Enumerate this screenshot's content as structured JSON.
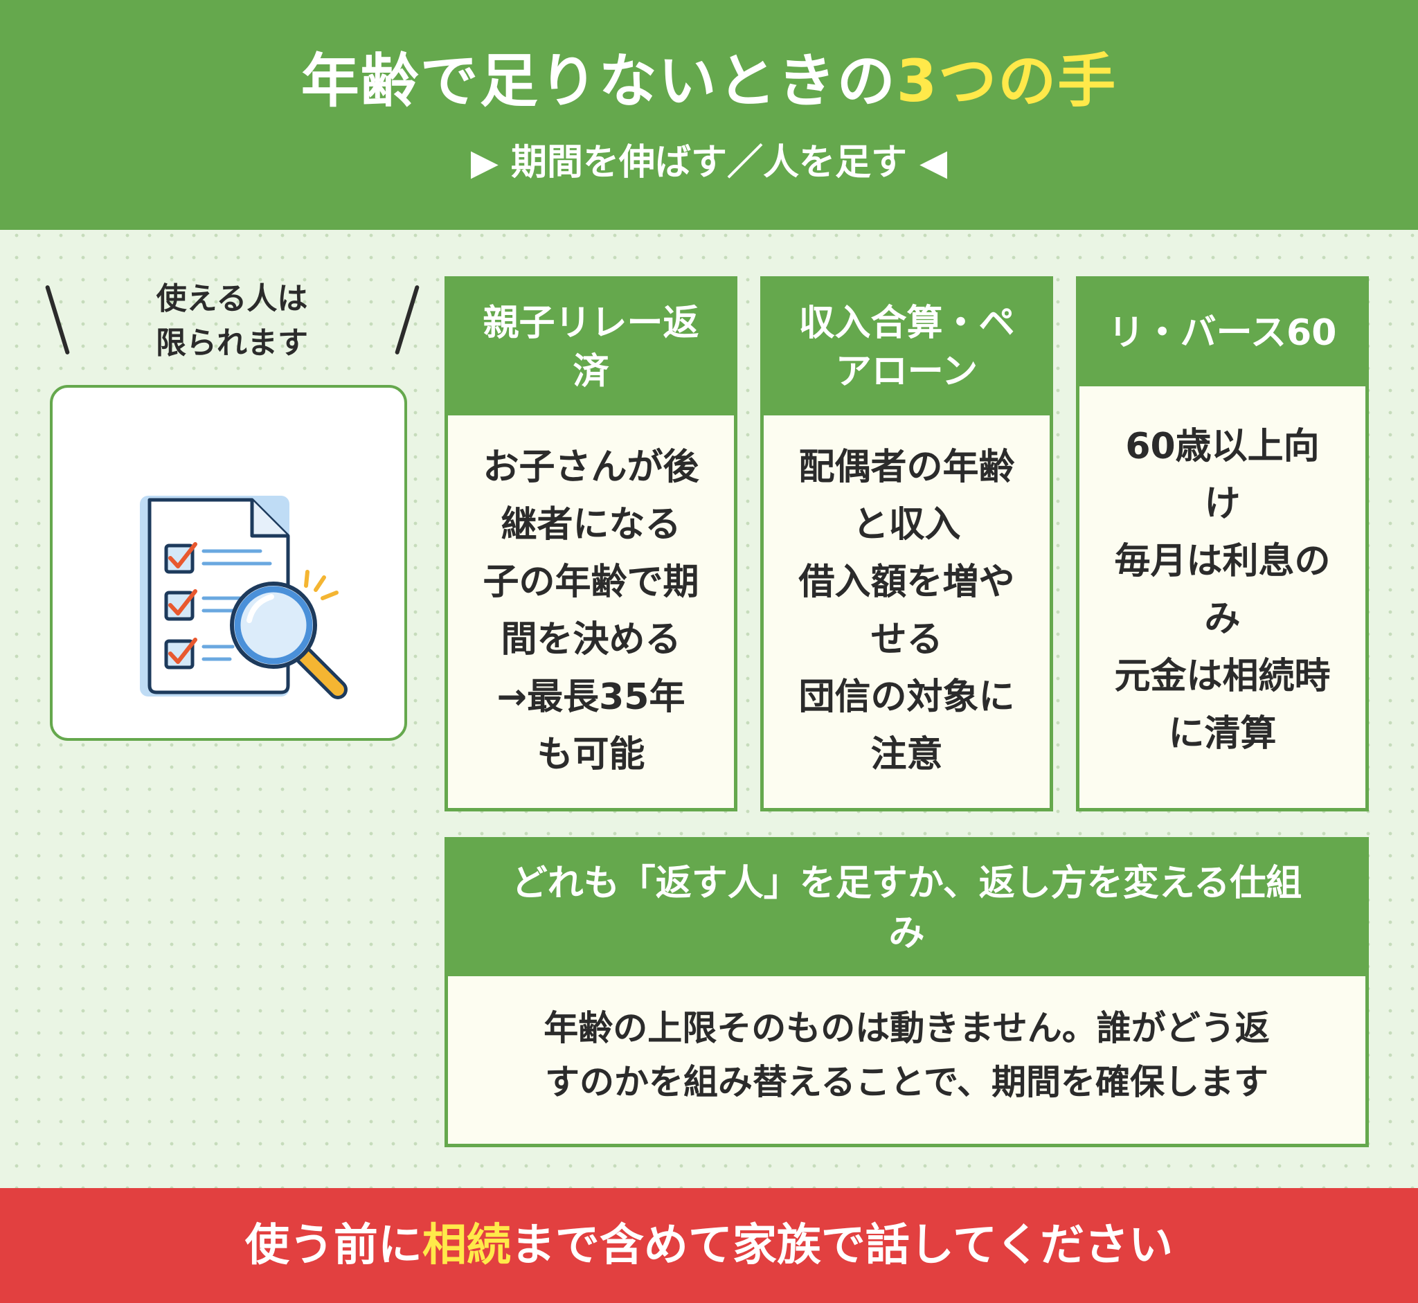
{
  "header": {
    "title_main": "年齢で足りないときの",
    "title_highlight": "3つの手",
    "subtitle": "▶ 期間を伸ばす／人を足す ◀"
  },
  "badge": {
    "line1": "使える人は",
    "line2": "限られます"
  },
  "icon": {
    "name": "checklist-magnifier-icon"
  },
  "cards": [
    {
      "title_lines": [
        "親子リレー返",
        "済"
      ],
      "body_lines": [
        "お子さんが後",
        "継者になる",
        "子の年齢で期",
        "間を決める",
        "→最長35年",
        "も可能"
      ]
    },
    {
      "title_lines": [
        "収入合算・ペ",
        "アローン"
      ],
      "body_lines": [
        "配偶者の年齢",
        "と収入",
        "借入額を増や",
        "せる",
        "団信の対象に",
        "注意"
      ]
    },
    {
      "title_lines": [
        "リ・バース60"
      ],
      "body_lines": [
        "60歳以上向",
        "け",
        "毎月は利息の",
        "み",
        "元金は相続時",
        "に清算"
      ]
    }
  ],
  "summary": {
    "title_lines": [
      "どれも「返す人」を足すか、返し方を変える仕組",
      "み"
    ],
    "body_lines": [
      "年齢の上限そのものは動きません。誰がどう返",
      "すのかを組み替えることで、期間を確保します"
    ]
  },
  "footer": {
    "before": "使う前に",
    "highlight": "相続",
    "after": "まで含めて家族で話してください"
  },
  "colors": {
    "green": "#65a84d",
    "red": "#e24040",
    "highlight": "#ffe94a",
    "card_bg": "#fdfdf1",
    "text": "#2b2b2b"
  }
}
